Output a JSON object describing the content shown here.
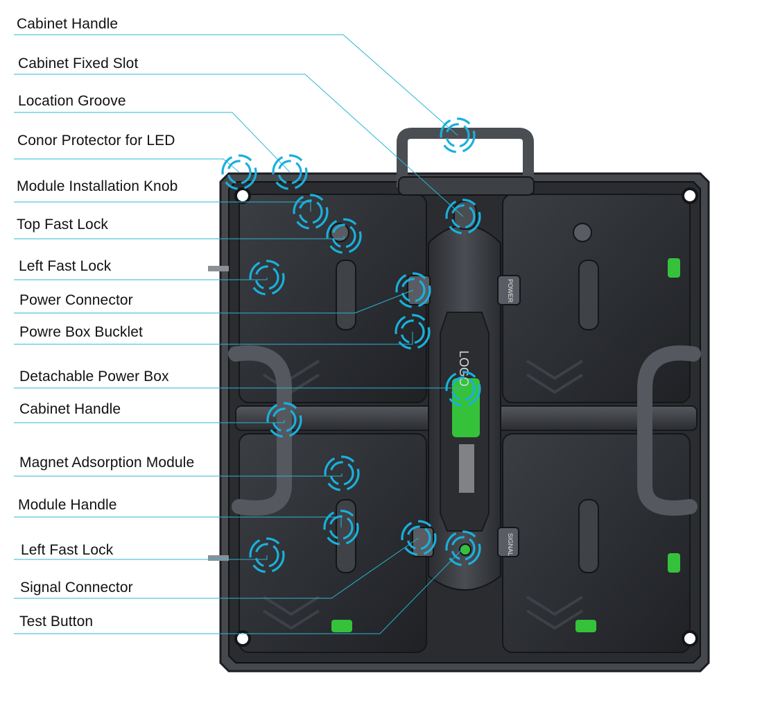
{
  "colors": {
    "leader": "#28b7d6",
    "ring": "#1ab0dc",
    "frame": "#3a3c40",
    "panel": "#2b2d31",
    "accent_green": "#35c23a",
    "background": "#ffffff"
  },
  "callouts": [
    {
      "id": "cabinet-handle-top",
      "label": "Cabinet Handle"
    },
    {
      "id": "cabinet-fixed-slot",
      "label": "Cabinet Fixed Slot"
    },
    {
      "id": "location-groove",
      "label": "Location Groove"
    },
    {
      "id": "corner-protector",
      "label": "Conor Protector for LED"
    },
    {
      "id": "module-installation-knob",
      "label": "Module Installation Knob"
    },
    {
      "id": "top-fast-lock",
      "label": "Top Fast Lock"
    },
    {
      "id": "left-fast-lock-upper",
      "label": "Left Fast Lock"
    },
    {
      "id": "power-connector",
      "label": "Power Connector"
    },
    {
      "id": "power-box-bucklet",
      "label": "Powre Box Bucklet"
    },
    {
      "id": "detachable-power-box",
      "label": "Detachable Power Box"
    },
    {
      "id": "cabinet-handle-side",
      "label": "Cabinet Handle"
    },
    {
      "id": "magnet-adsorption-module",
      "label": "Magnet Adsorption Module"
    },
    {
      "id": "module-handle",
      "label": "Module Handle"
    },
    {
      "id": "left-fast-lock-lower",
      "label": "Left Fast Lock"
    },
    {
      "id": "signal-connector",
      "label": "Signal Connector"
    },
    {
      "id": "test-button",
      "label": "Test Button"
    }
  ],
  "cabinet": {
    "logo_text": "LOGO",
    "power_label": "POWER",
    "signal_label": "SIGNAL"
  }
}
